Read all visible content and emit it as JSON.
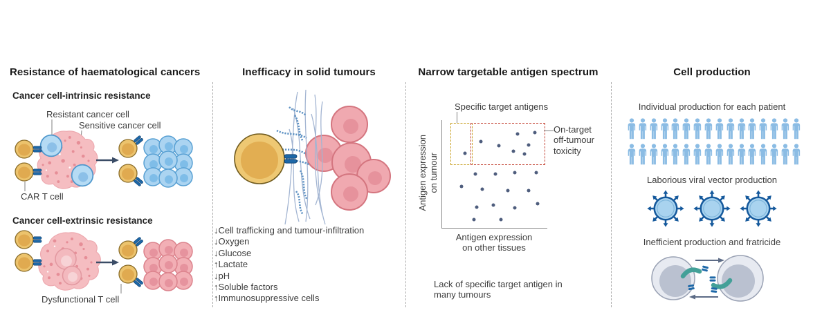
{
  "colors": {
    "cart_yellow": "#ecc36d",
    "cart_yellow_inner": "#e0aa50",
    "cancer_blue": "#abd4f1",
    "cancer_pink": "#f2afb5",
    "tumour_mass_pink": "#f5bdc1",
    "receptor_blue": "#1d68a8",
    "scatter_dot": "#4e5d7d",
    "specific_box_yellow": "#c9a227",
    "toxicity_box_red": "#c44536",
    "person_blue": "#8bbce4",
    "virus_blue": "#15599c",
    "virus_body": "#a9d3ef",
    "teal_receptor": "#43a098",
    "divider_grey": "#ababab"
  },
  "icons": {
    "car-t-cell-icon": "yellow circle with paired blue receptor bars",
    "cancer-cell-icon": "light blue or pink circle with nucleus",
    "tumour-mass-icon": "speckled pink blob",
    "arrow-right-icon": "dark navy line with triangle head",
    "ecm-fibres-icon": "blue wavy extracellular-matrix strands",
    "person-icon": "blue standing person pictogram",
    "virus-icon": "blue spiked viral vector particle",
    "fratricide-cells-icon": "two grey cells attacking each other with teal receptors",
    "scatter-dot": "small slate-blue data point"
  },
  "panel_resistance": {
    "title": "Resistance of haematological cancers",
    "intrinsic_subtitle": "Cancer cell-intrinsic resistance",
    "resistant_label": "Resistant cancer cell",
    "sensitive_label": "Sensitive cancer cell",
    "cart_label": "CAR T cell",
    "extrinsic_subtitle": "Cancer cell-extrinsic resistance",
    "dysfunctional_label": "Dysfunctional T cell"
  },
  "panel_solid": {
    "title": "Inefficacy in solid tumours",
    "factors": [
      {
        "direction": "down",
        "arrow": "↓",
        "text": "Cell trafficking and tumour-infiltration"
      },
      {
        "direction": "down",
        "arrow": "↓",
        "text": "Oxygen"
      },
      {
        "direction": "down",
        "arrow": "↓",
        "text": "Glucose"
      },
      {
        "direction": "up",
        "arrow": "↑",
        "text": "Lactate"
      },
      {
        "direction": "down",
        "arrow": "↓",
        "text": "pH"
      },
      {
        "direction": "up",
        "arrow": "↑",
        "text": "Soluble factors"
      },
      {
        "direction": "up",
        "arrow": "↑",
        "text": "Immunosuppressive cells"
      }
    ]
  },
  "panel_antigen": {
    "title": "Narrow targetable antigen spectrum",
    "specific_label": "Specific target antigens",
    "toxicity_label": "On-target off-tumour toxicity",
    "footnote": "Lack of specific target antigen in many tumours"
  },
  "panel_production": {
    "title": "Cell production",
    "individual_label": "Individual production for each patient",
    "viral_label": "Laborious viral vector production",
    "fratricide_label": "Inefficient production and fratricide",
    "patient_rows": 2,
    "patients_per_row": 16,
    "virus_count": 3
  },
  "chart_data": {
    "type": "scatter",
    "title": "",
    "xlabel": "Antigen expression on other tissues",
    "ylabel": "Antigen expression on tumour",
    "xlim": [
      0,
      100
    ],
    "ylim": [
      0,
      100
    ],
    "axes_unlabelled": true,
    "grid": false,
    "points": [
      [
        21.7,
        69.0
      ],
      [
        36.8,
        80.0
      ],
      [
        53.9,
        76.1
      ],
      [
        67.8,
        71.0
      ],
      [
        71.7,
        87.1
      ],
      [
        78.3,
        68.4
      ],
      [
        82.2,
        76.8
      ],
      [
        88.2,
        88.4
      ],
      [
        31.6,
        50.3
      ],
      [
        50.7,
        49.7
      ],
      [
        69.1,
        51.6
      ],
      [
        89.5,
        51.6
      ],
      [
        18.4,
        38.7
      ],
      [
        38.2,
        36.1
      ],
      [
        62.5,
        34.8
      ],
      [
        82.2,
        34.8
      ],
      [
        32.9,
        19.4
      ],
      [
        48.7,
        21.3
      ],
      [
        69.1,
        18.7
      ],
      [
        90.8,
        22.6
      ],
      [
        30.3,
        7.7
      ],
      [
        55.9,
        7.7
      ]
    ],
    "regions": [
      {
        "name": "Specific target antigens",
        "x": [
          7.9,
          27.6
        ],
        "y": [
          59.4,
          97.4
        ],
        "style": "dashed-yellow"
      },
      {
        "name": "On-target off-tumour toxicity",
        "x": [
          27.0,
          96.7
        ],
        "y": [
          59.4,
          97.4
        ],
        "style": "dashed-red"
      }
    ]
  }
}
